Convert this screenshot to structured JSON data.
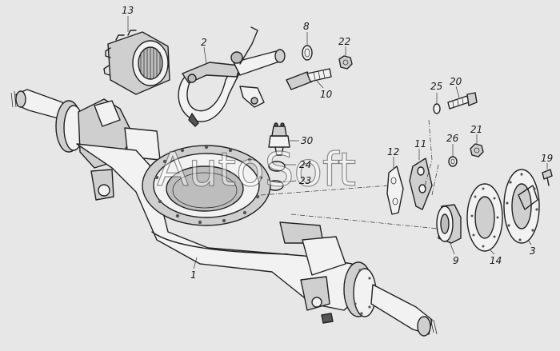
{
  "watermark": {
    "text": "AutoSoft"
  },
  "callouts": [
    {
      "id": "c13",
      "text": "13"
    },
    {
      "id": "c2",
      "text": "2"
    },
    {
      "id": "c8",
      "text": "8"
    },
    {
      "id": "c22",
      "text": "22"
    },
    {
      "id": "c10",
      "text": "10"
    },
    {
      "id": "c25",
      "text": "25"
    },
    {
      "id": "c20",
      "text": "20"
    },
    {
      "id": "c30",
      "text": "30"
    },
    {
      "id": "c24",
      "text": "24"
    },
    {
      "id": "c23",
      "text": "23"
    },
    {
      "id": "c12",
      "text": "12"
    },
    {
      "id": "c11",
      "text": "11"
    },
    {
      "id": "c26",
      "text": "26"
    },
    {
      "id": "c21",
      "text": "21"
    },
    {
      "id": "c19",
      "text": "19"
    },
    {
      "id": "c9",
      "text": "9"
    },
    {
      "id": "c14",
      "text": "14"
    },
    {
      "id": "c3",
      "text": "3"
    },
    {
      "id": "c1",
      "text": "1"
    }
  ]
}
